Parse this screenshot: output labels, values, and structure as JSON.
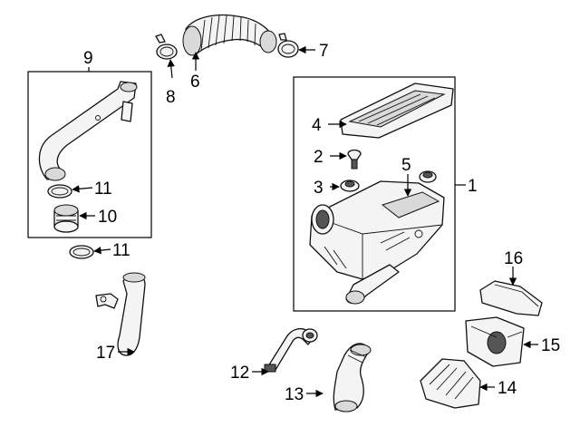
{
  "diagram": {
    "callouts": [
      "1",
      "2",
      "3",
      "4",
      "5",
      "6",
      "7",
      "8",
      "9",
      "10",
      "11",
      "11",
      "12",
      "13",
      "14",
      "15",
      "16",
      "17"
    ]
  }
}
